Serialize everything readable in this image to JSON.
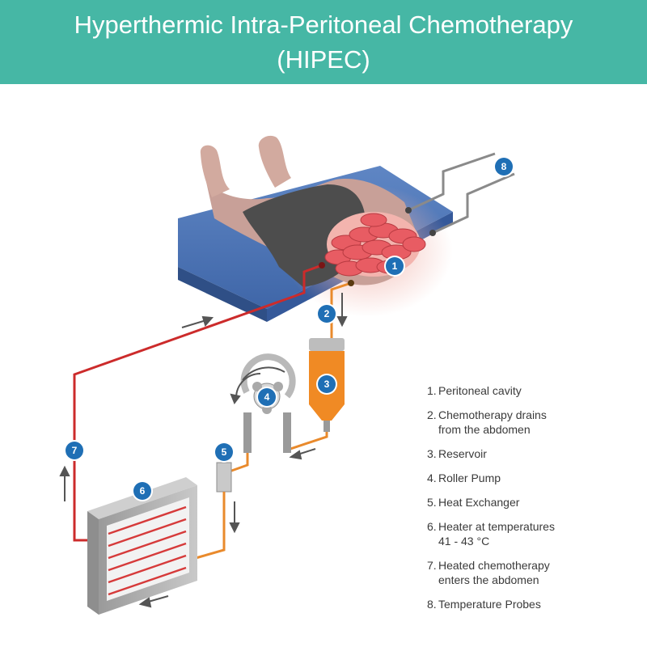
{
  "title": {
    "line1": "Hyperthermic Intra-Peritoneal Chemotherapy",
    "line2": "(HIPEC)"
  },
  "colors": {
    "header": "#46b7a5",
    "badge": "#1f6fb5",
    "heated_line": "#cc2b2b",
    "drain_line": "#e98a2c",
    "reservoir": "#f08a24"
  },
  "badges": [
    "1",
    "2",
    "3",
    "4",
    "5",
    "6",
    "7",
    "8"
  ],
  "legend": [
    {
      "num": "1.",
      "text": "Peritoneal cavity"
    },
    {
      "num": "2.",
      "text": "Chemotherapy drains\nfrom the abdomen"
    },
    {
      "num": "3.",
      "text": "Reservoir"
    },
    {
      "num": "4.",
      "text": "Roller Pump"
    },
    {
      "num": "5.",
      "text": "Heat Exchanger"
    },
    {
      "num": "6.",
      "text": "Heater at temperatures\n41 - 43 °C"
    },
    {
      "num": "7.",
      "text": "Heated chemotherapy\nenters the abdomen"
    },
    {
      "num": "8.",
      "text": "Temperature Probes"
    }
  ]
}
